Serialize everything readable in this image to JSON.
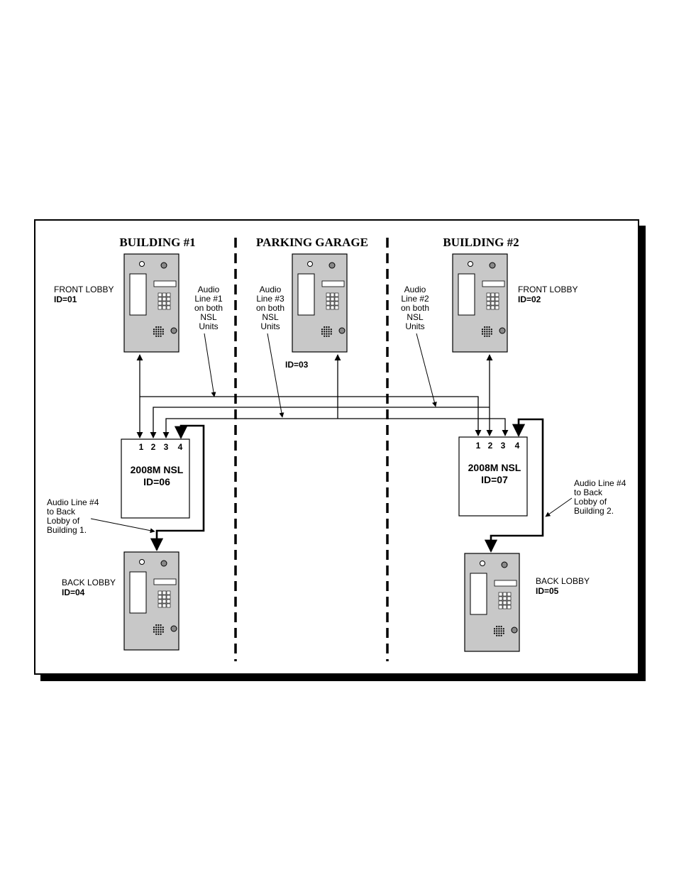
{
  "headers": {
    "building1": "BUILDING #1",
    "garage": "PARKING GARAGE",
    "building2": "BUILDING #2"
  },
  "panels": {
    "front1": {
      "location": "FRONT LOBBY",
      "id": "ID=01"
    },
    "garage": {
      "id": "ID=03"
    },
    "front2": {
      "location": "FRONT LOBBY",
      "id": "ID=02"
    },
    "back1": {
      "location": "BACK LOBBY",
      "id": "ID=04"
    },
    "back2": {
      "location": "BACK LOBBY",
      "id": "ID=05"
    }
  },
  "nsl_units": {
    "left": {
      "model": "2008M  NSL",
      "id": "ID=06",
      "ports": [
        "1",
        "2",
        "3",
        "4"
      ]
    },
    "right": {
      "model": "2008M NSL",
      "id": "ID=07",
      "ports": [
        "1",
        "2",
        "3",
        "4"
      ]
    }
  },
  "annotations": {
    "line1": [
      "Audio",
      "Line #1",
      "on both",
      "NSL",
      "Units"
    ],
    "line3": [
      "Audio",
      "Line #3",
      "on both",
      "NSL",
      "Units"
    ],
    "line2": [
      "Audio",
      "Line #2",
      "on both",
      "NSL",
      "Units"
    ],
    "line4_left": [
      "Audio Line #4",
      "to Back",
      "Lobby of",
      "Building 1."
    ],
    "line4_right": [
      "Audio Line #4",
      "to Back",
      "Lobby of",
      "Building 2."
    ]
  },
  "colors": {
    "panel_fill": "#c8c8c8",
    "line": "#000000",
    "background": "#ffffff",
    "shadow": "#000000"
  }
}
